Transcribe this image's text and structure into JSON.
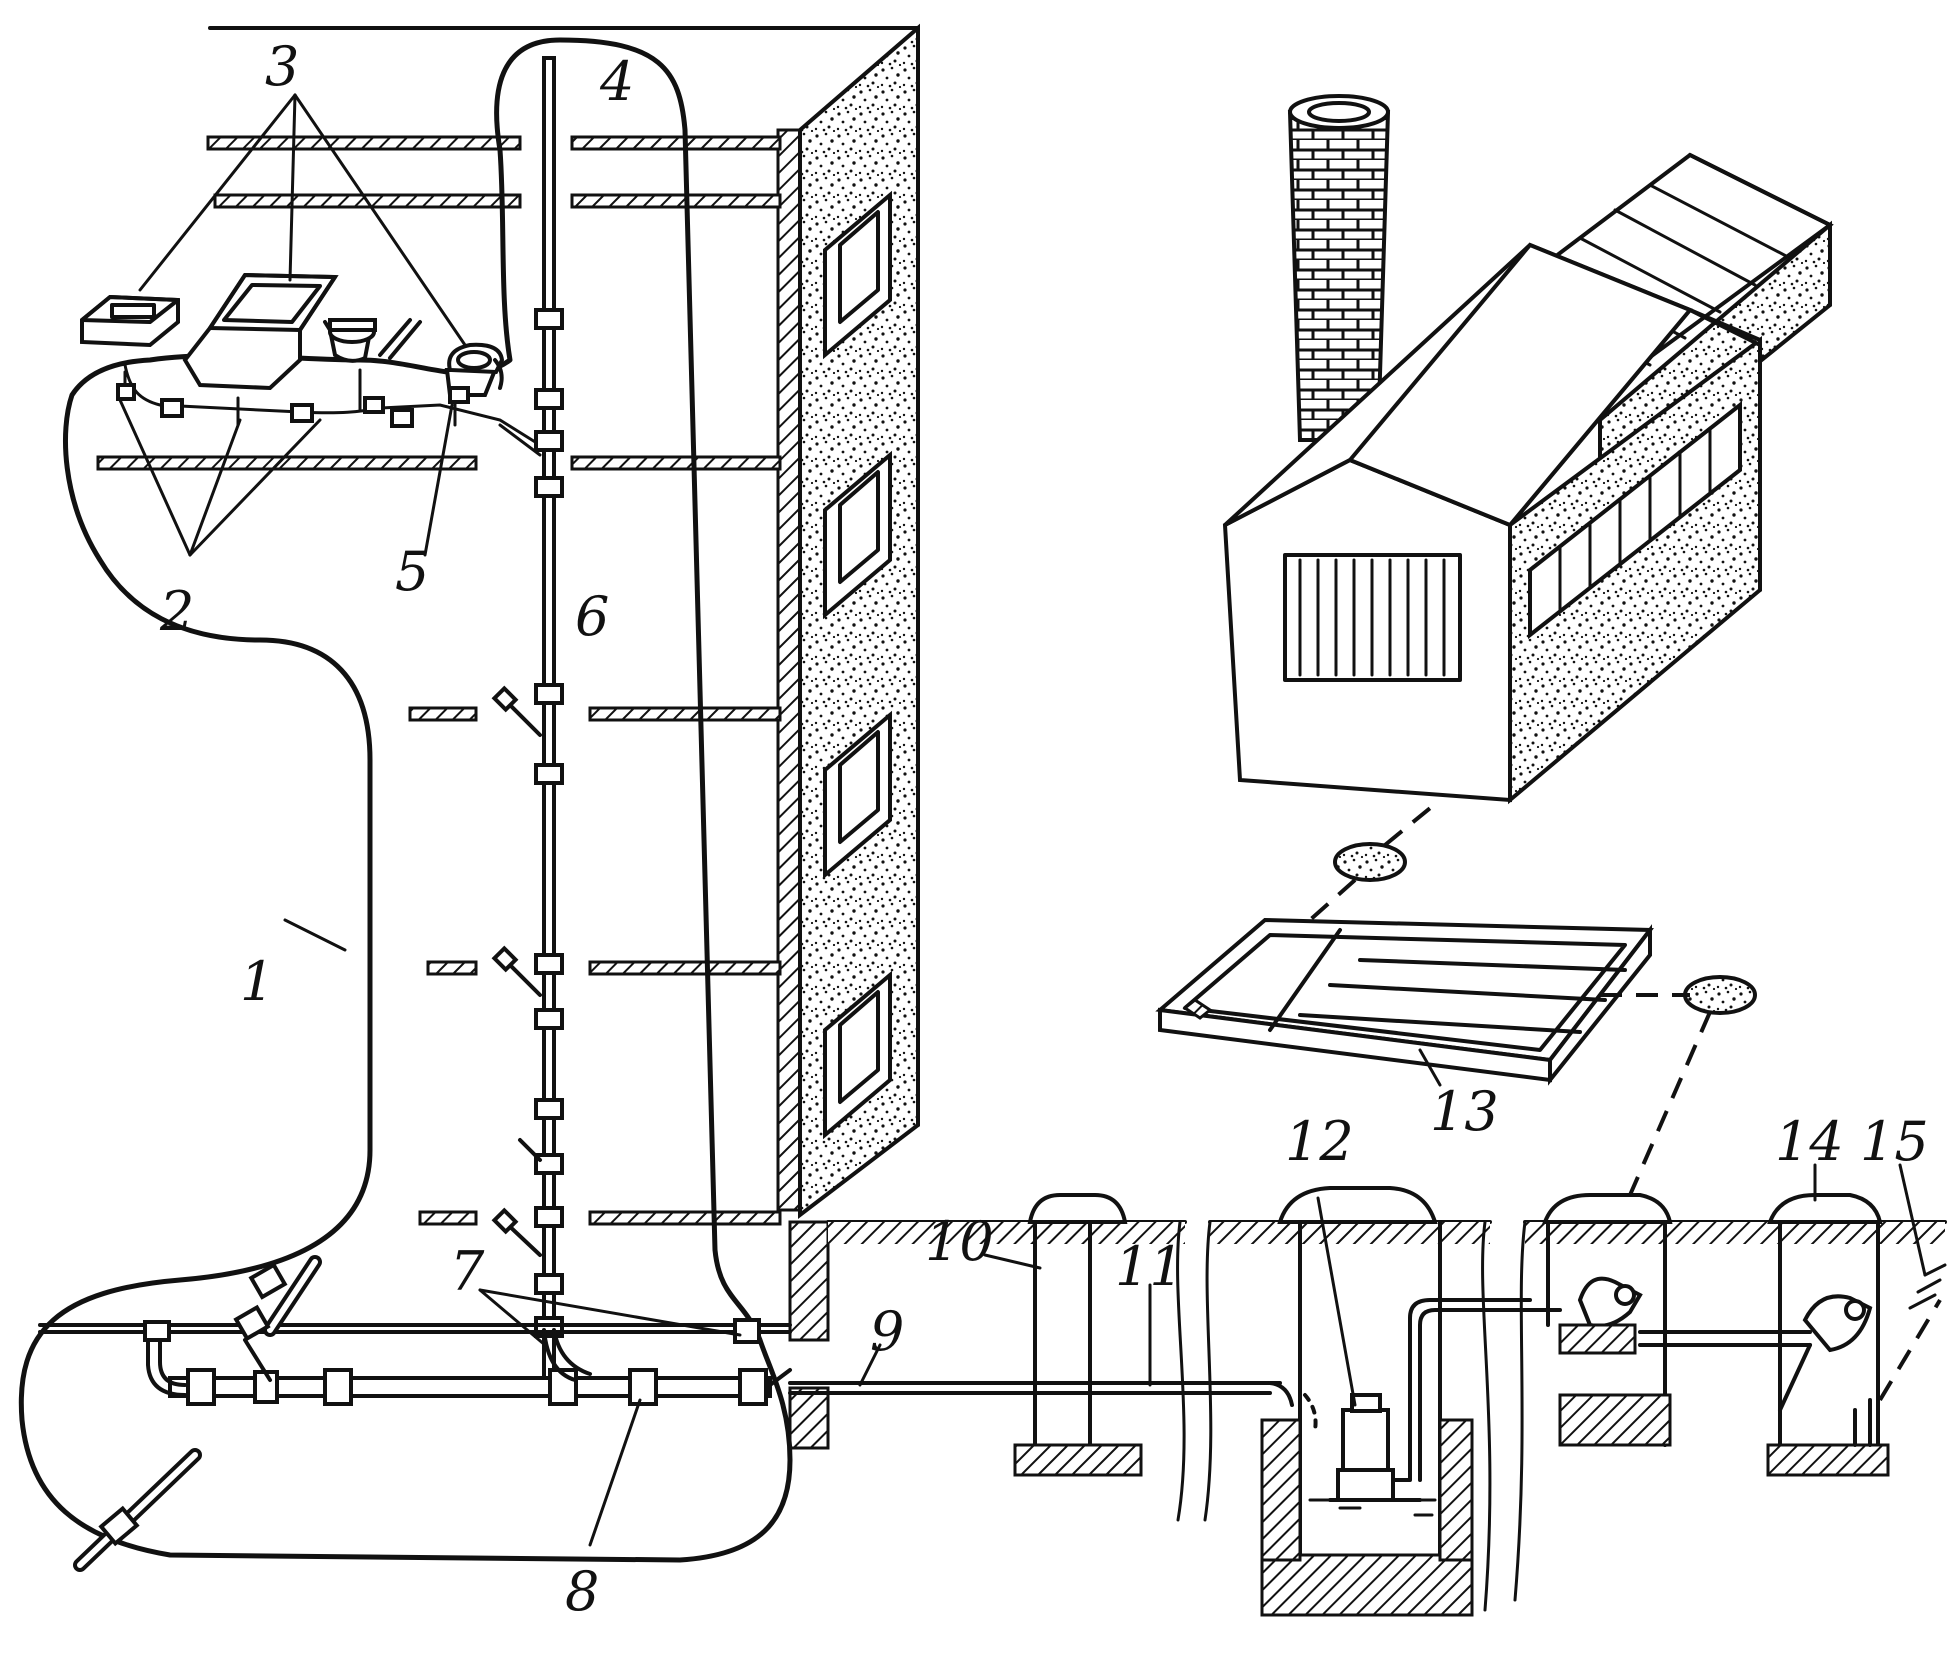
{
  "labels": {
    "l1": "1",
    "l2": "2",
    "l3": "3",
    "l4": "4",
    "l5": "5",
    "l6": "6",
    "l7": "7",
    "l8": "8",
    "l9": "9",
    "l10": "10",
    "l11": "11",
    "l12": "12",
    "l13": "13",
    "l14": "14",
    "l15": "15"
  },
  "colors": {
    "ink": "#111111",
    "paper": "#ffffff"
  }
}
